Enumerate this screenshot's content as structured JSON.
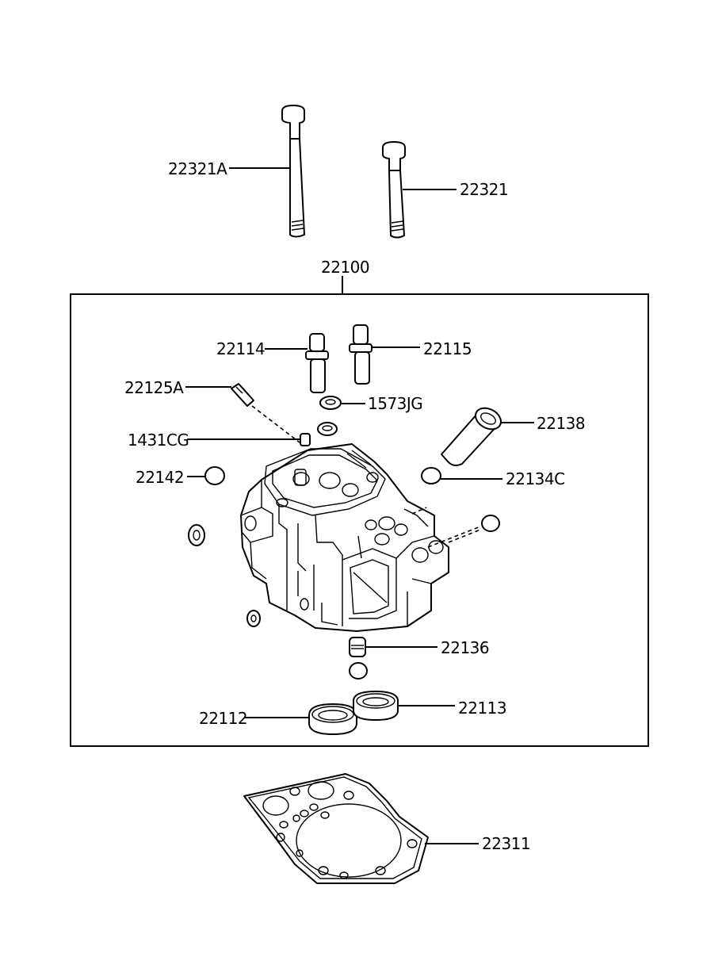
{
  "labels": {
    "head_bolt_long": "22321A",
    "head_bolt": "22321",
    "cylinder_head_assy": "22100",
    "valve_guide_in": "22114",
    "valve_guide_ex": "22115",
    "stud": "22125A",
    "seal_ring": "1573JG",
    "dowel_pin": "1431CG",
    "sleeve": "22138",
    "plug_cap": "22142",
    "o_ring": "22134C",
    "plug": "22136",
    "valve_seat_in": "22112",
    "valve_seat_ex": "22113",
    "head_gasket": "22311"
  }
}
